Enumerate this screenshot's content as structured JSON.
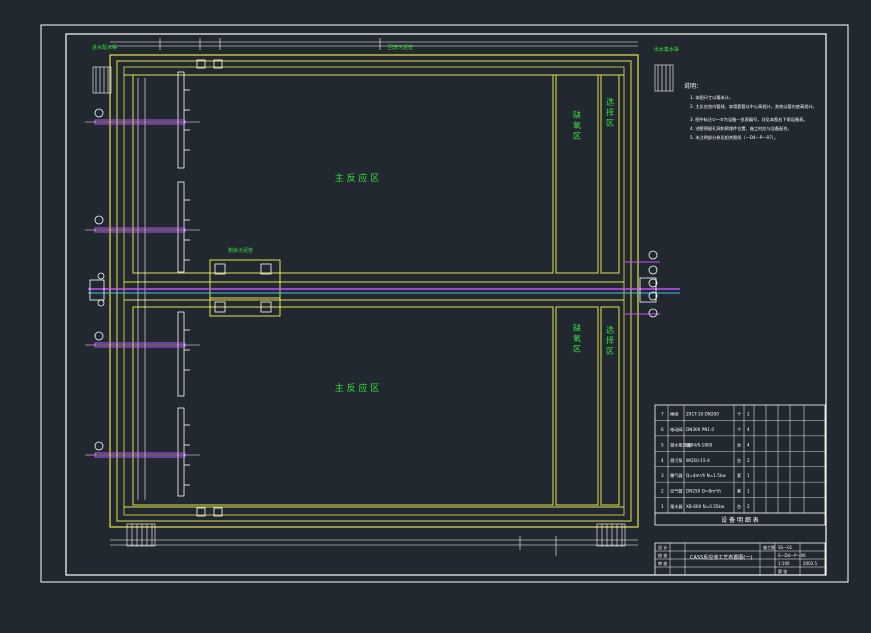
{
  "drawing": {
    "zone_main_top": "主 反 应 区",
    "zone_main_bottom": "主 反 应 区",
    "zone_sub_top": "缺 氧 区",
    "zone_sub_bottom": "缺 氧 区",
    "zone_side_top": "选 择 区",
    "zone_side_bottom": "选 择 区",
    "notes_title": "说明：",
    "notes": [
      "1. 本图尺寸以毫米计。",
      "2. 主反应池内管线、穿墙套管以中心高程计，其他以管内底高程计。",
      "3. 图中标注①～⑤为设备一览表编号，详见本图右下角设备表。",
      "4. 池壁预留孔洞和预埋件位置，施工时应与设备配合。",
      "5. 未注明部分参见相关图纸（—D4—P—07）。"
    ],
    "top_label_left": "进水配水渠",
    "top_label_mid": "回流污泥管",
    "top_label_right": "出水集水渠",
    "mid_label": "剩余污泥管"
  },
  "equipment_table": {
    "title": "设 备 明 细 表",
    "rows": [
      {
        "no": "7",
        "name": "闸阀",
        "model": "Z41T-10 DN200",
        "unit": "个",
        "qty": "2"
      },
      {
        "no": "6",
        "name": "电动阀",
        "model": "DN300 PN1.0",
        "unit": "个",
        "qty": "4"
      },
      {
        "no": "5",
        "name": "潜水推流器",
        "model": "QJB4/6-1800",
        "unit": "台",
        "qty": "4"
      },
      {
        "no": "4",
        "name": "潜污泵",
        "model": "WQ50-15-4",
        "unit": "台",
        "qty": "2"
      },
      {
        "no": "3",
        "name": "曝气器",
        "model": "Q=4m³/h N=1.5kw",
        "unit": "套",
        "qty": "1"
      },
      {
        "no": "2",
        "name": "空气管",
        "model": "DN250 Q=8m³/h",
        "unit": "套",
        "qty": "1"
      },
      {
        "no": "1",
        "name": "滗水器",
        "model": "XB-600 N=0.55kw",
        "unit": "台",
        "qty": "2"
      }
    ]
  },
  "title_block": {
    "drawing_name": "CASS反应池工艺布置图(一)",
    "scale": "1:100",
    "sheet": "第 张",
    "drawing_no": "SS—01",
    "ref": "S—D4—P—06",
    "date": "2003.5",
    "stage": "施工图",
    "designer": "设 计",
    "checker": "校 核",
    "approver": "审 核"
  },
  "colors": {
    "background": "#212830",
    "frame": "#ffffff",
    "walls": "#e6e24a",
    "text": "#35e03a",
    "pipe": "#c850ff",
    "cyan": "#3fc3e8"
  }
}
